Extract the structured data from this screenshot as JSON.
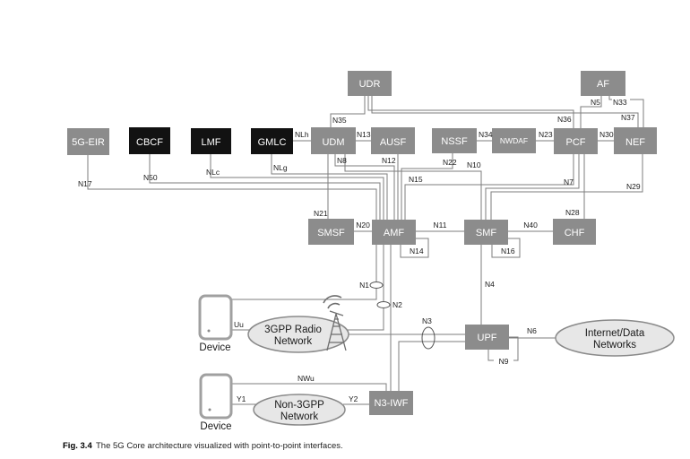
{
  "figure": {
    "caption_fig": "Fig. 3.4",
    "caption_text": "The 5G Core architecture visualized with point-to-point interfaces."
  },
  "nodes": {
    "udr": "UDR",
    "af": "AF",
    "eir": "5G-EIR",
    "cbcf": "CBCF",
    "lmf": "LMF",
    "gmlc": "GMLC",
    "udm": "UDM",
    "ausf": "AUSF",
    "nssf": "NSSF",
    "nwdaf": "NWDAF",
    "pcf": "PCF",
    "nef": "NEF",
    "smsf": "SMSF",
    "amf": "AMF",
    "smf": "SMF",
    "chf": "CHF",
    "upf": "UPF",
    "n3iwf": "N3-IWF",
    "device1": "Device",
    "device2": "Device"
  },
  "clouds": {
    "ran_line1": "3GPP Radio",
    "ran_line2": "Network",
    "non3gpp_line1": "Non-3GPP",
    "non3gpp_line2": "Network",
    "dn_line1": "Internet/Data",
    "dn_line2": "Networks"
  },
  "interfaces": {
    "n1": "N1",
    "n2": "N2",
    "n3": "N3",
    "n4": "N4",
    "n5": "N5",
    "n6": "N6",
    "n7": "N7",
    "n8": "N8",
    "n9": "N9",
    "n10": "N10",
    "n11": "N11",
    "n12": "N12",
    "n13": "N13",
    "n14": "N14",
    "n15": "N15",
    "n16": "N16",
    "n17": "N17",
    "n20": "N20",
    "n21": "N21",
    "n22": "N22",
    "n23": "N23",
    "n28": "N28",
    "n29": "N29",
    "n30": "N30",
    "n33": "N33",
    "n34": "N34",
    "n35": "N35",
    "n36": "N36",
    "n37": "N37",
    "n40": "N40",
    "n50": "N50",
    "nlh": "NLh",
    "nlc": "NLc",
    "nlg": "NLg",
    "nwu": "NWu",
    "uu": "Uu",
    "y1": "Y1",
    "y2": "Y2"
  },
  "colors": {
    "box_gray": "#8c8c8c",
    "box_black": "#121212",
    "line": "#7d7d7d",
    "cloud_fill": "#e7e7e7",
    "cloud_stroke": "#8a8a8a",
    "device_stroke": "#a0a0a0"
  }
}
